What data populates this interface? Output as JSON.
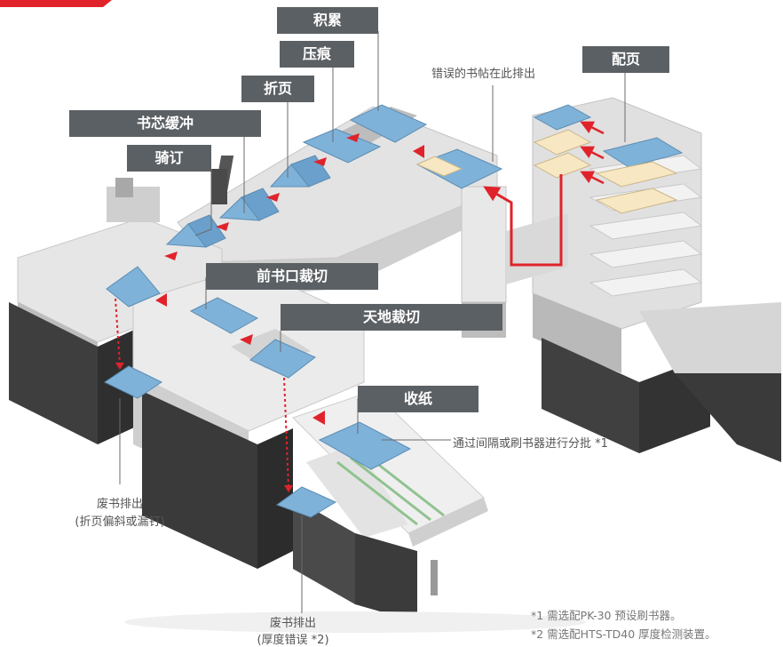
{
  "labels": {
    "accumulate": "积累",
    "crease": "压痕",
    "fold": "折页",
    "spine_buffer": "书芯缓冲",
    "stitch": "骑订",
    "collate": "配页",
    "front_trim": "前书口裁切",
    "top_bottom_trim": "天地裁切",
    "stack": "收纸"
  },
  "annotations": {
    "error_sheets": "错误的书帖在此排出",
    "batch_note": "通过间隔或刷书器进行分批 *1",
    "waste_left_line1": "废书排出",
    "waste_left_line2": "(折页偏斜或漏钉)",
    "waste_bottom_line1": "废书排出",
    "waste_bottom_line2": "(厚度错误 *2)"
  },
  "footnotes": {
    "note1": "*1 需选配PK-30 预设刷书器。",
    "note2": "*2 需选配HTS-TD40 厚度检测装置。"
  },
  "colors": {
    "label_bg": "#5b6064",
    "accent_red": "#e0232b",
    "sheet_blue": "#7fb2d9",
    "sheet_cream": "#f7e7c2",
    "machine_light": "#d9d9d9",
    "machine_dark": "#3e3e3e"
  }
}
